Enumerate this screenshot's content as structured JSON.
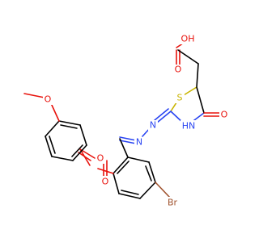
{
  "colors": {
    "oxygen": "#e8120c",
    "nitrogen": "#2a45f2",
    "sulfur": "#c8b400",
    "bromine": "#a0522d",
    "carbon": "#000000",
    "background": "#ffffff"
  },
  "atoms": [
    {
      "id": "o_oh",
      "label": "OH",
      "element": "oxygen"
    },
    {
      "id": "o_acid",
      "label": "O",
      "element": "oxygen"
    },
    {
      "id": "s_ring",
      "label": "S",
      "element": "sulfur"
    },
    {
      "id": "o_ketone",
      "label": "O",
      "element": "oxygen"
    },
    {
      "id": "nh_ring",
      "label": "HN",
      "element": "nitrogen"
    },
    {
      "id": "n_hydrazone_1",
      "label": "N",
      "element": "nitrogen"
    },
    {
      "id": "n_hydrazone_2",
      "label": "N",
      "element": "nitrogen"
    },
    {
      "id": "o_methoxy",
      "label": "O",
      "element": "oxygen"
    },
    {
      "id": "o_ester_carbonyl",
      "label": "O",
      "element": "oxygen"
    },
    {
      "id": "o_ester",
      "label": "O",
      "element": "oxygen"
    },
    {
      "id": "br",
      "label": "Br",
      "element": "bromine"
    }
  ]
}
